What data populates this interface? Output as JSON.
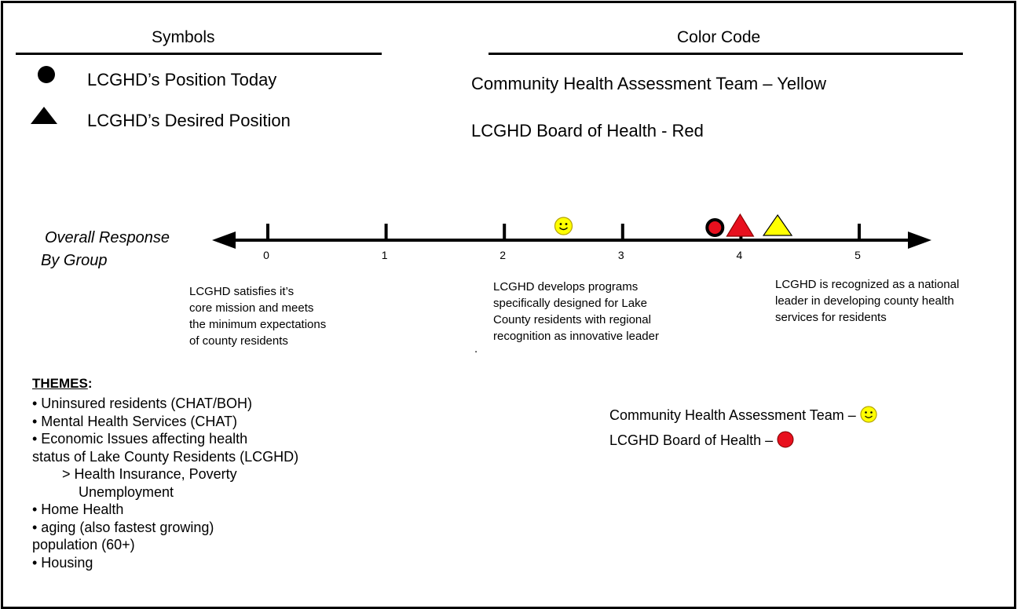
{
  "symbols": {
    "header": "Symbols",
    "items": [
      {
        "icon": "filled-circle",
        "label": "LCGHD’s Position Today"
      },
      {
        "icon": "filled-triangle",
        "label": "LCGHD’s Desired Position"
      }
    ]
  },
  "color_code": {
    "header": "Color Code",
    "items": [
      {
        "label": "Community Health Assessment Team  – Yellow",
        "color": "#ffff00"
      },
      {
        "label": "LCGHD Board of Health - Red",
        "color": "#e8101e"
      }
    ]
  },
  "scale": {
    "label_line1": "Overall Response",
    "label_line2": "By Group",
    "ticks": [
      "0",
      "1",
      "2",
      "3",
      "4",
      "5"
    ],
    "markers": [
      {
        "group": "Community Health Assessment Team",
        "kind": "position-today",
        "value": 2.5,
        "color": "#ffff00"
      },
      {
        "group": "LCGHD Board of Health",
        "kind": "position-today",
        "value": 3.82,
        "color": "#e8101e"
      },
      {
        "group": "LCGHD Board of Health",
        "kind": "desired-position",
        "value": 4.0,
        "color": "#e8101e"
      },
      {
        "group": "Community Health Assessment Team",
        "kind": "desired-position",
        "value": 4.33,
        "color": "#ffff00"
      }
    ],
    "descriptions": [
      {
        "lines": [
          "LCGHD satisfies it’s",
          "core mission and meets",
          "the minimum expectations",
          "of county residents"
        ]
      },
      {
        "lines": [
          "LCGHD develops programs",
          "specifically designed for Lake",
          "County residents with regional",
          "recognition as innovative leader"
        ]
      },
      {
        "lines": [
          "LCGHD is recognized as a national",
          "leader in developing county health",
          "services for residents"
        ]
      }
    ],
    "dot": "."
  },
  "themes": {
    "title": "THEMES",
    "colon": ":",
    "lines": [
      "• Uninsured residents (CHAT/BOH)",
      "• Mental Health Services (CHAT)",
      "• Economic Issues affecting health",
      "status of Lake County Residents (LCGHD)",
      "> Health Insurance, Poverty",
      "Unemployment",
      "• Home Health",
      "• aging (also fastest growing)",
      "population (60+)",
      "• Housing"
    ]
  },
  "mini_legend": {
    "items": [
      {
        "label": "Community Health Assessment Team –",
        "icon": "smiley-face",
        "color": "#ffff00"
      },
      {
        "label": "LCGHD Board of Health –",
        "icon": "red-circle",
        "color": "#e8101e"
      }
    ]
  }
}
